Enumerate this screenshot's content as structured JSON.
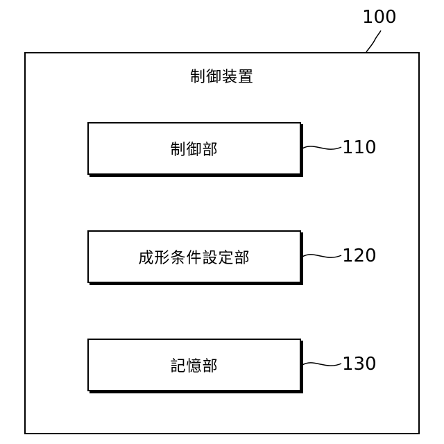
{
  "device": {
    "ref": "100",
    "title": "制御装置"
  },
  "blocks": [
    {
      "label": "制御部",
      "ref": "110"
    },
    {
      "label": "成形条件設定部",
      "ref": "120"
    },
    {
      "label": "記憶部",
      "ref": "130"
    }
  ]
}
